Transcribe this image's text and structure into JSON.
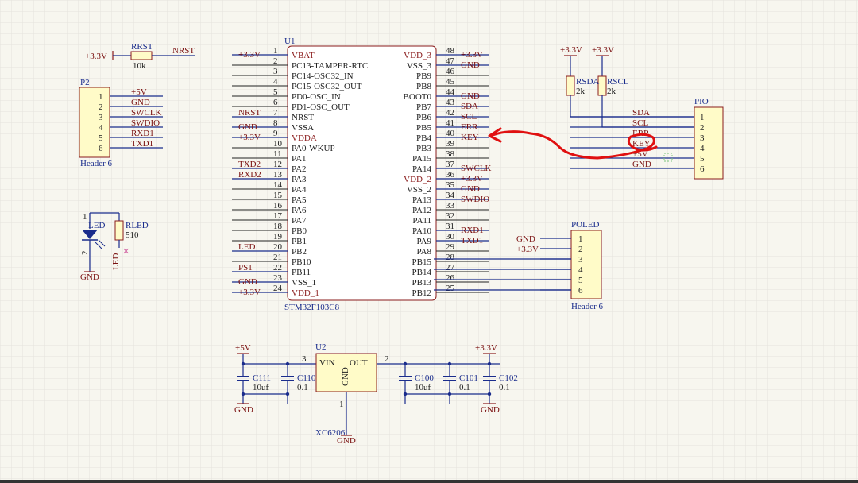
{
  "grid_color": "#e4e3dc",
  "colors": {
    "wire": "#1a2c8c",
    "pin_text": "#7a1010",
    "body_fill": "#fffbc8",
    "annotation": "#e01010"
  },
  "mcu": {
    "ref": "U1",
    "part": "STM32F103C8",
    "left_pins": [
      {
        "num": "1",
        "name": "VBAT",
        "net": "+3.3V"
      },
      {
        "num": "2",
        "name": "PC13-TAMPER-RTC",
        "net": ""
      },
      {
        "num": "3",
        "name": "PC14-OSC32_IN",
        "net": ""
      },
      {
        "num": "4",
        "name": "PC15-OSC32_OUT",
        "net": ""
      },
      {
        "num": "5",
        "name": "PD0-OSC_IN",
        "net": ""
      },
      {
        "num": "6",
        "name": "PD1-OSC_OUT",
        "net": ""
      },
      {
        "num": "7",
        "name": "NRST",
        "net": "NRST"
      },
      {
        "num": "8",
        "name": "VSSA",
        "net": "GND"
      },
      {
        "num": "9",
        "name": "VDDA",
        "net": "+3.3V"
      },
      {
        "num": "10",
        "name": "PA0-WKUP",
        "net": ""
      },
      {
        "num": "11",
        "name": "PA1",
        "net": ""
      },
      {
        "num": "12",
        "name": "PA2",
        "net": "TXD2"
      },
      {
        "num": "13",
        "name": "PA3",
        "net": "RXD2"
      },
      {
        "num": "14",
        "name": "PA4",
        "net": ""
      },
      {
        "num": "15",
        "name": "PA5",
        "net": ""
      },
      {
        "num": "16",
        "name": "PA6",
        "net": ""
      },
      {
        "num": "17",
        "name": "PA7",
        "net": ""
      },
      {
        "num": "18",
        "name": "PB0",
        "net": ""
      },
      {
        "num": "19",
        "name": "PB1",
        "net": ""
      },
      {
        "num": "20",
        "name": "PB2",
        "net": "LED"
      },
      {
        "num": "21",
        "name": "PB10",
        "net": ""
      },
      {
        "num": "22",
        "name": "PB11",
        "net": "PS1"
      },
      {
        "num": "23",
        "name": "VSS_1",
        "net": "GND"
      },
      {
        "num": "24",
        "name": "VDD_1",
        "net": "+3.3V"
      }
    ],
    "right_pins": [
      {
        "num": "48",
        "name": "VDD_3",
        "net": "+3.3V"
      },
      {
        "num": "47",
        "name": "VSS_3",
        "net": "GND"
      },
      {
        "num": "46",
        "name": "PB9",
        "net": ""
      },
      {
        "num": "45",
        "name": "PB8",
        "net": ""
      },
      {
        "num": "44",
        "name": "BOOT0",
        "net": "GND"
      },
      {
        "num": "43",
        "name": "PB7",
        "net": "SDA"
      },
      {
        "num": "42",
        "name": "PB6",
        "net": "SCL"
      },
      {
        "num": "41",
        "name": "PB5",
        "net": "ERR"
      },
      {
        "num": "40",
        "name": "PB4",
        "net": "KEY"
      },
      {
        "num": "39",
        "name": "PB3",
        "net": ""
      },
      {
        "num": "38",
        "name": "PA15",
        "net": ""
      },
      {
        "num": "37",
        "name": "PA14",
        "net": "SWCLK"
      },
      {
        "num": "36",
        "name": "VDD_2",
        "net": "+3.3V"
      },
      {
        "num": "35",
        "name": "VSS_2",
        "net": "GND"
      },
      {
        "num": "34",
        "name": "PA13",
        "net": "SWDIO"
      },
      {
        "num": "33",
        "name": "PA12",
        "net": ""
      },
      {
        "num": "32",
        "name": "PA11",
        "net": ""
      },
      {
        "num": "31",
        "name": "PA10",
        "net": "RXD1"
      },
      {
        "num": "30",
        "name": "PA9",
        "net": "TXD1"
      },
      {
        "num": "29",
        "name": "PA8",
        "net": ""
      },
      {
        "num": "28",
        "name": "PB15",
        "net": ""
      },
      {
        "num": "27",
        "name": "PB14",
        "net": ""
      },
      {
        "num": "26",
        "name": "PB13",
        "net": ""
      },
      {
        "num": "25",
        "name": "PB12",
        "net": ""
      }
    ]
  },
  "rrst": {
    "ref": "RRST",
    "value": "10k",
    "left_net": "+3.3V",
    "right_net": "NRST"
  },
  "p2": {
    "ref": "P2",
    "part": "Header 6",
    "pins": [
      "1",
      "2",
      "3",
      "4",
      "5",
      "6"
    ],
    "nets": [
      "+5V",
      "GND",
      "SWCLK",
      "SWDIO",
      "RXD1",
      "TXD1"
    ]
  },
  "led": {
    "ref": "LED",
    "pin1": "1",
    "pin2": "2",
    "net": "LED",
    "gnd": "GND"
  },
  "rled": {
    "ref": "RLED",
    "value": "510"
  },
  "pio": {
    "ref": "PIO",
    "pins": [
      "1",
      "2",
      "3",
      "4",
      "5",
      "6"
    ],
    "nets": [
      "SDA",
      "SCL",
      "ERR",
      "KEY",
      "+5V",
      "GND"
    ]
  },
  "rsda": {
    "ref": "RSDA",
    "value": "2k",
    "net": "+3.3V"
  },
  "rscl": {
    "ref": "RSCL",
    "value": "2k",
    "net": "+3.3V"
  },
  "poled": {
    "ref": "POLED",
    "part": "Header 6",
    "pins": [
      "1",
      "2",
      "3",
      "4",
      "5",
      "6"
    ],
    "nets": [
      "GND",
      "+3.3V"
    ]
  },
  "reg": {
    "ref": "U2",
    "part": "XC6206",
    "vin": "VIN",
    "out": "OUT",
    "gnd_pin": "GND",
    "pin_in": "3",
    "pin_out": "2",
    "pin_gnd": "1",
    "gnd": "GND"
  },
  "in_net": "+5V",
  "out_net": "+3.3V",
  "caps": [
    {
      "ref": "C111",
      "value": "10uf"
    },
    {
      "ref": "C110",
      "value": "0.1"
    },
    {
      "ref": "C100",
      "value": "10uf"
    },
    {
      "ref": "C101",
      "value": "0.1"
    },
    {
      "ref": "C102",
      "value": "0.1"
    }
  ],
  "gnd_label": "GND"
}
